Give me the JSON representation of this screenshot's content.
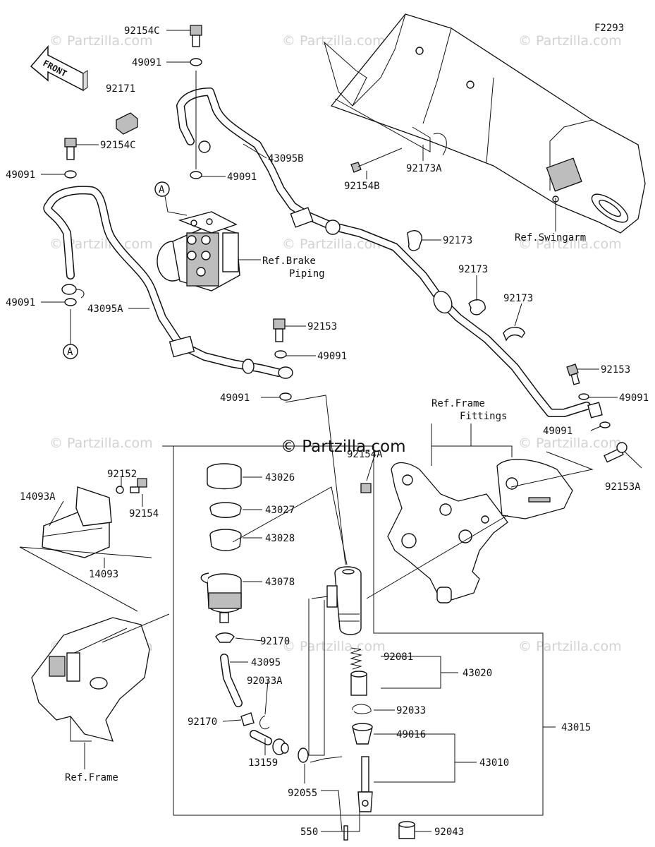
{
  "figure_code": "F2293",
  "copyright": "© Partzilla.com",
  "watermark": "© Partzilla.com",
  "front_arrow": "FRONT",
  "circle_labels": [
    "A",
    "A"
  ],
  "ref_labels": {
    "swingarm": "Ref.Swingarm",
    "brake_piping_1": "Ref.Brake",
    "brake_piping_2": "Piping",
    "frame_fittings_1": "Ref.Frame",
    "frame_fittings_2": "Fittings",
    "frame": "Ref.Frame"
  },
  "part_labels": [
    {
      "id": "p92154C_top",
      "text": "92154C"
    },
    {
      "id": "p49091_top",
      "text": "49091"
    },
    {
      "id": "p92171",
      "text": "92171"
    },
    {
      "id": "p92154C_left",
      "text": "92154C"
    },
    {
      "id": "p49091_left",
      "text": "49091"
    },
    {
      "id": "p49091_abs",
      "text": "49091"
    },
    {
      "id": "p43095B",
      "text": "43095B"
    },
    {
      "id": "p92154B",
      "text": "92154B"
    },
    {
      "id": "p92173A",
      "text": "92173A"
    },
    {
      "id": "p92173_1",
      "text": "92173"
    },
    {
      "id": "p92173_2",
      "text": "92173"
    },
    {
      "id": "p92173_3",
      "text": "92173"
    },
    {
      "id": "p49091_leftlow",
      "text": "49091"
    },
    {
      "id": "p43095A",
      "text": "43095A"
    },
    {
      "id": "p92153_mid",
      "text": "92153"
    },
    {
      "id": "p49091_mid1",
      "text": "49091"
    },
    {
      "id": "p49091_mid2",
      "text": "49091"
    },
    {
      "id": "p92153_right",
      "text": "92153"
    },
    {
      "id": "p49091_right1",
      "text": "49091"
    },
    {
      "id": "p49091_right2",
      "text": "49091"
    },
    {
      "id": "p92153A",
      "text": "92153A"
    },
    {
      "id": "p92154A",
      "text": "92154A"
    },
    {
      "id": "p92152",
      "text": "92152"
    },
    {
      "id": "p92154",
      "text": "92154"
    },
    {
      "id": "p14093A",
      "text": "14093A"
    },
    {
      "id": "p14093",
      "text": "14093"
    },
    {
      "id": "p43026",
      "text": "43026"
    },
    {
      "id": "p43027",
      "text": "43027"
    },
    {
      "id": "p43028",
      "text": "43028"
    },
    {
      "id": "p43078",
      "text": "43078"
    },
    {
      "id": "p92170_top",
      "text": "92170"
    },
    {
      "id": "p43095",
      "text": "43095"
    },
    {
      "id": "p92033A",
      "text": "92033A"
    },
    {
      "id": "p92170_low",
      "text": "92170"
    },
    {
      "id": "p13159",
      "text": "13159"
    },
    {
      "id": "p92055",
      "text": "92055"
    },
    {
      "id": "p92081",
      "text": "92081"
    },
    {
      "id": "p43020",
      "text": "43020"
    },
    {
      "id": "p92033",
      "text": "92033"
    },
    {
      "id": "p43015",
      "text": "43015"
    },
    {
      "id": "p49016",
      "text": "49016"
    },
    {
      "id": "p43010",
      "text": "43010"
    },
    {
      "id": "p550",
      "text": "550"
    },
    {
      "id": "p92043",
      "text": "92043"
    }
  ]
}
